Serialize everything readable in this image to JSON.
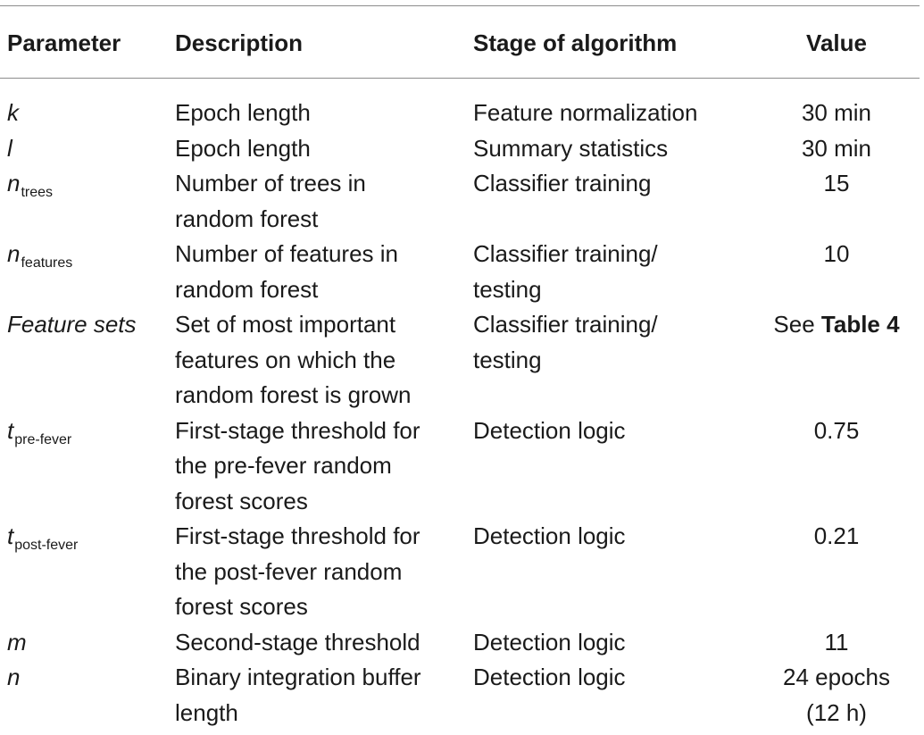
{
  "table": {
    "headers": {
      "parameter": "Parameter",
      "description": "Description",
      "stage": "Stage of algorithm",
      "value": "Value"
    },
    "rows": [
      {
        "param": "k",
        "param_sub": "",
        "description": [
          "Epoch length"
        ],
        "stage": [
          "Feature normalization"
        ],
        "value": [
          "30 min"
        ],
        "value_ref": ""
      },
      {
        "param": "l",
        "param_sub": "",
        "description": [
          "Epoch length"
        ],
        "stage": [
          "Summary statistics"
        ],
        "value": [
          "30 min"
        ],
        "value_ref": ""
      },
      {
        "param": "n",
        "param_sub": "trees",
        "description": [
          "Number of trees in",
          "random forest"
        ],
        "stage": [
          "Classifier training"
        ],
        "value": [
          "15"
        ],
        "value_ref": ""
      },
      {
        "param": "n",
        "param_sub": "features",
        "description": [
          "Number of features in",
          "random forest"
        ],
        "stage": [
          "Classifier training/",
          "testing"
        ],
        "value": [
          "10"
        ],
        "value_ref": ""
      },
      {
        "param": "Feature sets",
        "param_sub": "",
        "description": [
          "Set of most important",
          "features on which the",
          "random forest is grown"
        ],
        "stage": [
          "Classifier training/",
          "testing"
        ],
        "value": [
          "See "
        ],
        "value_ref": "Table 4"
      },
      {
        "param": "t",
        "param_sub": "pre-fever",
        "description": [
          "First-stage threshold for",
          "the pre-fever random",
          "forest scores"
        ],
        "stage": [
          "Detection logic"
        ],
        "value": [
          "0.75"
        ],
        "value_ref": ""
      },
      {
        "param": "t",
        "param_sub": "post-fever",
        "description": [
          "First-stage threshold for",
          "the post-fever random",
          "forest scores"
        ],
        "stage": [
          "Detection logic"
        ],
        "value": [
          "0.21"
        ],
        "value_ref": ""
      },
      {
        "param": "m",
        "param_sub": "",
        "description": [
          "Second-stage threshold"
        ],
        "stage": [
          "Detection logic"
        ],
        "value": [
          "11"
        ],
        "value_ref": ""
      },
      {
        "param": "n",
        "param_sub": "",
        "description": [
          "Binary integration buffer",
          "length"
        ],
        "stage": [
          "Detection logic"
        ],
        "value": [
          "24 epochs",
          "(12 h)"
        ],
        "value_ref": ""
      }
    ]
  }
}
